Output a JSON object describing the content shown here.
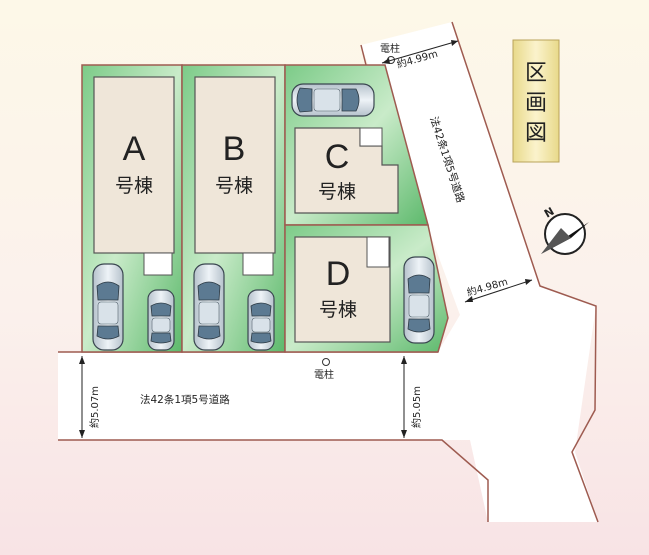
{
  "title": "区画図",
  "lots": [
    {
      "id": "A",
      "letter": "A",
      "label": "号棟"
    },
    {
      "id": "B",
      "letter": "B",
      "label": "号棟"
    },
    {
      "id": "C",
      "letter": "C",
      "label": "号棟"
    },
    {
      "id": "D",
      "letter": "D",
      "label": "号棟"
    }
  ],
  "roads": {
    "south_label": "法42条1項5号道路",
    "east_label": "法42条1項5号道路",
    "south_width_left": "約5.07m",
    "south_width_right": "約5.05m",
    "east_width_top": "約4.99m",
    "east_width_bottom": "約4.98m"
  },
  "poles": {
    "top_label": "電柱",
    "bottom_label": "電柱"
  },
  "compass": {
    "label": "N"
  },
  "colors": {
    "lot_green": "#5db96c",
    "house_fill": "#efe6d9",
    "road_fill": "#ffffff",
    "lot_border": "#9e5b50",
    "title_box": "#efe2a0"
  }
}
